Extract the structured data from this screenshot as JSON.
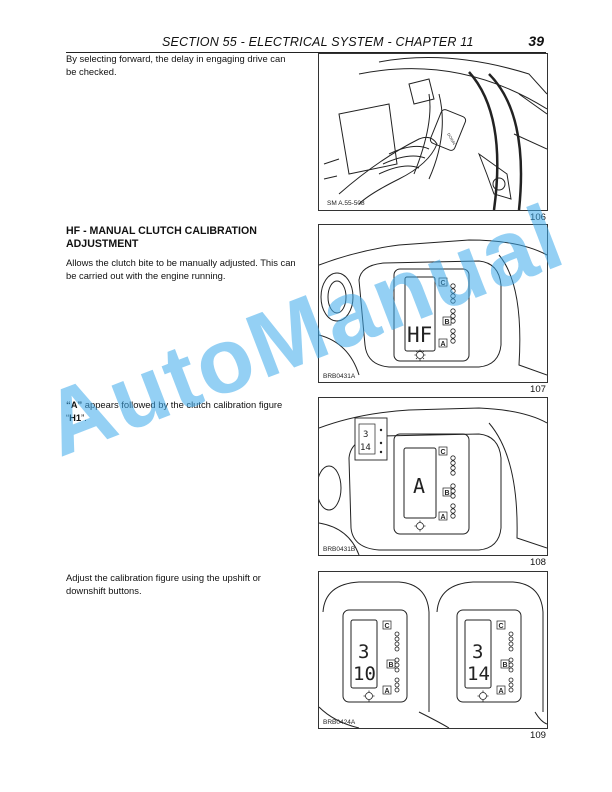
{
  "header": {
    "section": "SECTION 55 - ELECTRICAL SYSTEM - CHAPTER 11",
    "page_number": "39"
  },
  "blocks": {
    "p1": "By selecting forward, the delay in engaging drive can be checked.",
    "heading": "HF - MANUAL CLUTCH CALIBRATION ADJUSTMENT",
    "p2": "Allows the clutch bite to be manually adjusted. This can be carried out with the engine running.",
    "p3_a": "“A”",
    "p3_mid": " appears followed by the clutch calibration figure “",
    "p3_h1": "H1",
    "p3_end": "”.",
    "p4": "Adjust the calibration figure using the upshift or downshift buttons."
  },
  "figures": [
    {
      "number": "106",
      "code": "SM A.55-508",
      "switch_label": "DOWN"
    },
    {
      "number": "107",
      "code": "BRB0431A",
      "display": "HF",
      "labels": [
        "C",
        "B",
        "A"
      ]
    },
    {
      "number": "108",
      "code": "BRB0431B",
      "display": "A",
      "inset_top": "3",
      "inset_bottom": "14",
      "labels": [
        "C",
        "B",
        "A"
      ]
    },
    {
      "number": "109",
      "code": "BRB0424A",
      "left_top": "3",
      "left_bottom": "10",
      "right_top": "3",
      "right_bottom": "14",
      "labels": [
        "C",
        "B",
        "A"
      ]
    }
  ],
  "watermark": "AutoManual",
  "colors": {
    "watermark": "#3caaeb",
    "rule": "#222222"
  }
}
